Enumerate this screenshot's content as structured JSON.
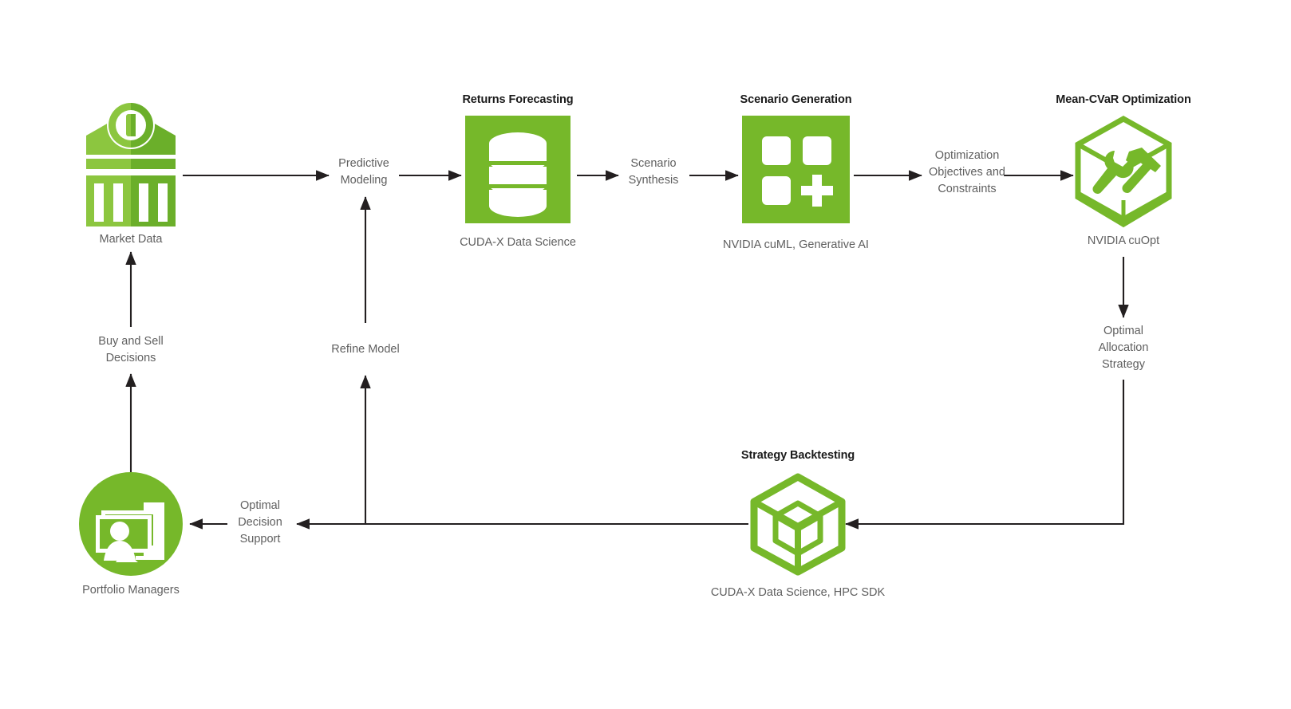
{
  "diagram": {
    "title_color": "#1a1a1a",
    "label_color": "#5f5f5f",
    "brand_green": "#76B82A",
    "green_light": "#8CC63F",
    "green_dark": "#6BAF2A",
    "arrow_color": "#231f20",
    "background": "#ffffff"
  },
  "nodes": {
    "market_data": {
      "caption": "Market Data",
      "icon": "bank-icon"
    },
    "returns_forecasting": {
      "title": "Returns Forecasting",
      "subtitle": "CUDA-X Data Science",
      "icon": "database-icon"
    },
    "scenario_generation": {
      "title": "Scenario Generation",
      "subtitle": "NVIDIA cuML, Generative AI",
      "icon": "grid-plus-icon"
    },
    "mean_cvar_optimization": {
      "title": "Mean-CVaR Optimization",
      "subtitle": "NVIDIA cuOpt",
      "icon": "hex-tools-icon"
    },
    "strategy_backtesting": {
      "title": "Strategy Backtesting",
      "subtitle": "CUDA-X Data Science, HPC SDK",
      "icon": "cube-icon"
    },
    "portfolio_managers": {
      "caption": "Portfolio Managers",
      "icon": "workstation-icon"
    }
  },
  "edges": {
    "predictive_modeling": "Predictive\nModeling",
    "scenario_synthesis": "Scenario\nSynthesis",
    "optimization_objectives": "Optimization\nObjectives  and\nConstraints",
    "optimal_allocation_strategy": "Optimal\nAllocation\nStrategy",
    "optimal_decision_support": "Optimal\nDecision\nSupport",
    "buy_and_sell_decisions": "Buy and Sell\nDecisions",
    "refine_model": "Refine Model"
  }
}
